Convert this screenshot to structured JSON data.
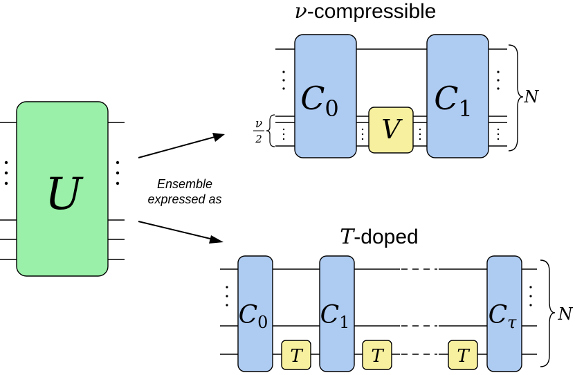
{
  "colors": {
    "unitary": "#9af0a8",
    "clifford": "#aecbf2",
    "nonclifford": "#f7f09e",
    "wire": "#000000"
  },
  "left": {
    "gate_label": "U"
  },
  "arrow_caption": {
    "line1": "Ensemble",
    "line2": "expressed as"
  },
  "top_circuit": {
    "title_symbol": "ν",
    "title_text": "-compressible",
    "gate_c0": "C",
    "gate_c0_sub": "0",
    "gate_v": "V",
    "gate_c1": "C",
    "gate_c1_sub": "1",
    "brace_label": "N",
    "fraction_num": "ν",
    "fraction_den": "2"
  },
  "bottom_circuit": {
    "title_symbol": "T",
    "title_text": "-doped",
    "gate_c0": "C",
    "gate_c0_sub": "0",
    "gate_c1": "C",
    "gate_c1_sub": "1",
    "gate_ctau": "C",
    "gate_ctau_sub": "τ",
    "t_gate_1": "T",
    "t_gate_2": "T",
    "t_gate_3": "T",
    "brace_label": "N"
  }
}
